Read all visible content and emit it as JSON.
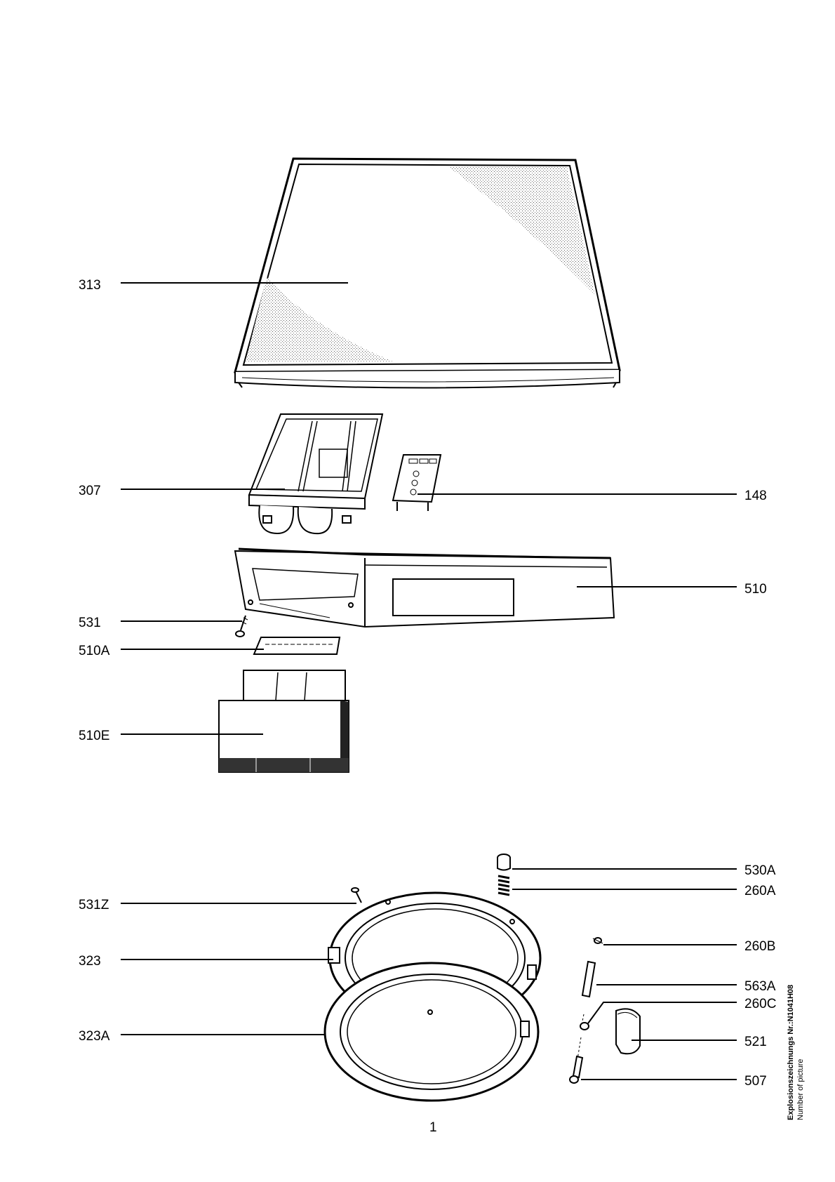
{
  "callouts": {
    "c313": "313",
    "c307": "307",
    "c148": "148",
    "c510": "510",
    "c531": "531",
    "c510A": "510A",
    "c510E": "510E",
    "c530A": "530A",
    "c260A": "260A",
    "c531Z": "531Z",
    "c260B": "260B",
    "c323": "323",
    "c563A": "563A",
    "c260C": "260C",
    "c323A": "323A",
    "c521": "521",
    "c507": "507"
  },
  "page_number": "1",
  "picture_label": "Explosionszeichnungs Nr.:N1041H08",
  "picture_label_en": "Number of picture"
}
